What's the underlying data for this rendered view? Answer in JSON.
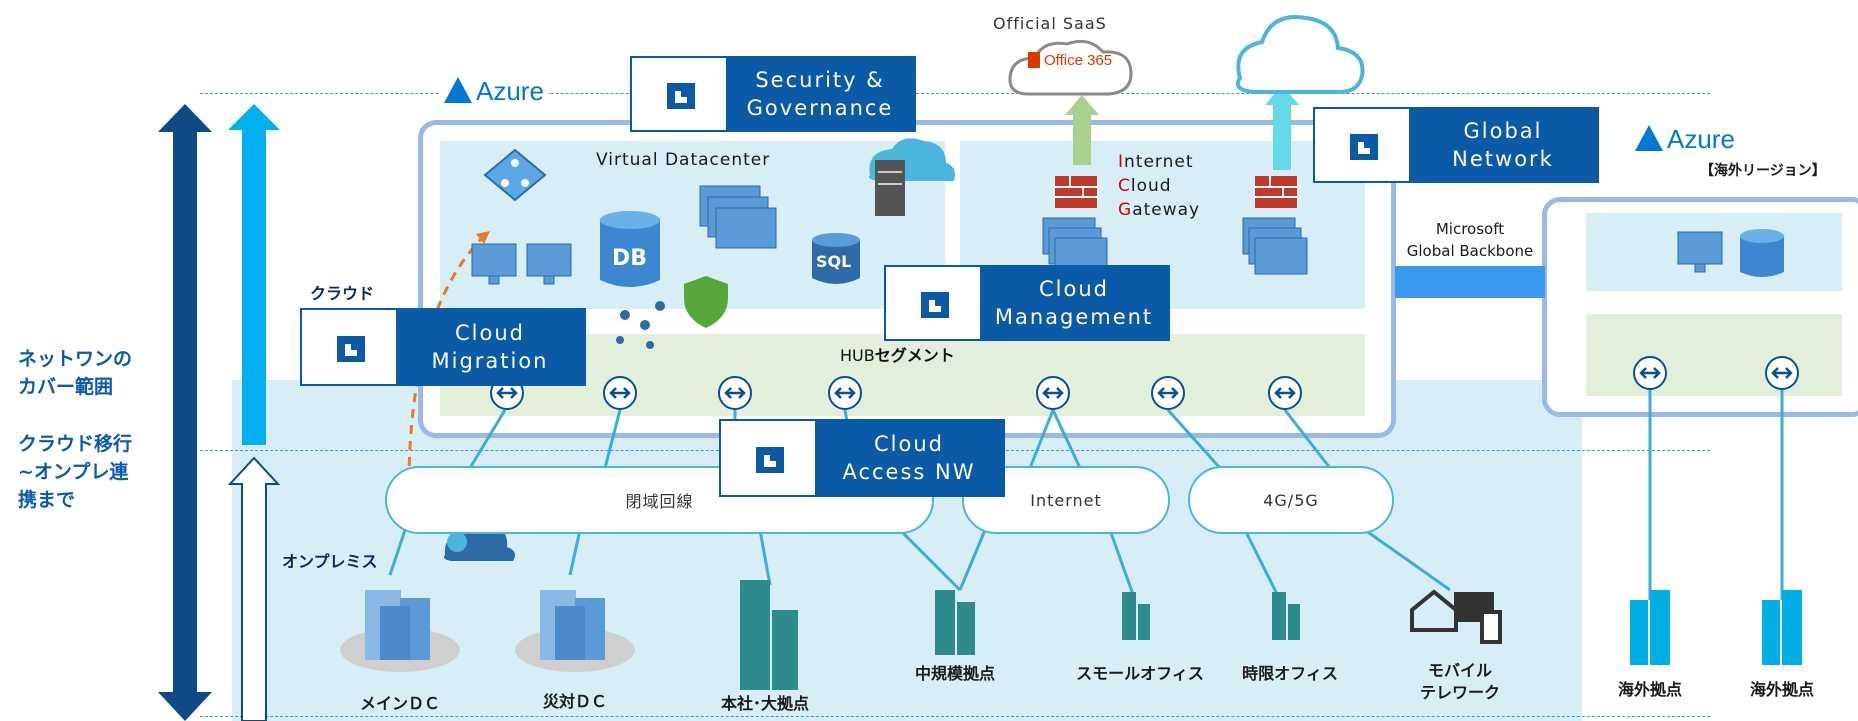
{
  "colors": {
    "brand_blue": "#0a5aa8",
    "dark_blue": "#0e4a86",
    "light_blue": "#00b0f0",
    "panel": "#d7eef7",
    "hub_seg": "#e2efda",
    "red": "#d40000"
  },
  "top": {
    "official_saas": "Official SaaS",
    "office365": "Office 365"
  },
  "azure": {
    "main": "Azure",
    "overseas": "Azure",
    "overseas_sub": "【海外リージョン】"
  },
  "badges": {
    "security": "Security &\nGovernance",
    "global": "Global\nNetwork",
    "cloud_mgmt": "Cloud\nManagement",
    "cloud_migration": "Cloud\nMigration",
    "cloud_access": "Cloud\nAccess NW"
  },
  "panels": {
    "vdc": "Virtual Datacenter",
    "gateway": {
      "l1_first": "I",
      "l1_rest": "nternet",
      "l2_first": "C",
      "l2_rest": "loud",
      "l3_first": "G",
      "l3_rest": "ateway"
    },
    "hub_segment_a": "HUB",
    "hub_segment_b": "セグメント",
    "backbone": "Microsoft\nGlobal Backbone"
  },
  "left": {
    "cloud_label": "クラウド",
    "onprem_label": "オンプレミス",
    "coverage": "ネットワンの\nカバー範囲",
    "migration": "クラウド移行\n~オンプレ連\n携まで"
  },
  "networks": {
    "closed": "閉域回線",
    "internet": "Internet",
    "mobile": "4G/5G"
  },
  "sites": [
    {
      "name": "メインＤＣ"
    },
    {
      "name": "災対ＤＣ"
    },
    {
      "name": "本社･大拠点"
    },
    {
      "name": "中規模拠点"
    },
    {
      "name": "スモールオフィス"
    },
    {
      "name": "時限オフィス"
    },
    {
      "name": "モバイル\nテレワーク"
    },
    {
      "name": "海外拠点"
    },
    {
      "name": "海外拠点"
    }
  ],
  "icons": {
    "db": "DB",
    "sql": "SQL"
  }
}
